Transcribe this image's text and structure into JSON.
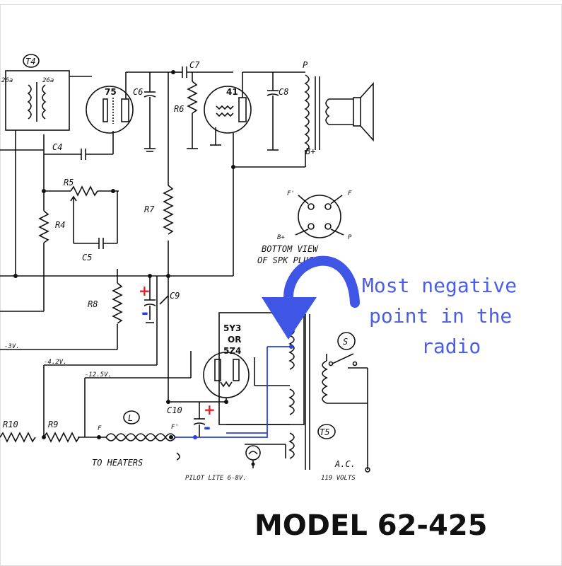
{
  "labels": {
    "t4": "T4",
    "t4_sec_a": "26a",
    "t4_sec_b": "26a",
    "tube_75": "75",
    "c6": "C6",
    "c7": "C7",
    "r6": "R6",
    "tube_41": "41",
    "c8": "C8",
    "p_top": "P",
    "b_plus_top": "B+",
    "c4": "C4",
    "r5": "R5",
    "r4": "R4",
    "c5": "C5",
    "r7": "R7",
    "r8": "R8",
    "c9": "C9",
    "v_minus3": "-3V.",
    "v_minus42": "-4.2V.",
    "v_minus125": "-12.5V.",
    "r10": "R10",
    "r9": "R9",
    "choke": "L",
    "f_left": "F",
    "f_prime": "F'",
    "c10": "C10",
    "rect_line1": "5Y3",
    "rect_line2": "OR",
    "rect_line3": "5Z4",
    "t5": "T5",
    "switch": "S",
    "to_heaters": "TO HEATERS",
    "pilot_lite": "PILOT LITE 6-8V.",
    "ac_line1": "A.C.",
    "ac_line2": "119 VOLTS",
    "plug_f_left": "F'",
    "plug_f_right": "F",
    "plug_b_plus": "B+",
    "plug_p": "P",
    "plug_caption_1": "BOTTOM VIEW",
    "plug_caption_2": "OF SPK PLUG"
  },
  "annotation": {
    "line1": "Most negative",
    "line2": "point in the",
    "line3": "radio"
  },
  "polarity": {
    "c9_plus": "+",
    "c9_minus": "-",
    "c10_plus": "+",
    "c10_minus": "-"
  },
  "footer": {
    "model": "MODEL 62-425"
  },
  "colors": {
    "annotation": "#4a5ee8",
    "arrow": "#3f55e6",
    "negative_wire": "#2a3fe0",
    "positive_mark": "#e02020"
  }
}
